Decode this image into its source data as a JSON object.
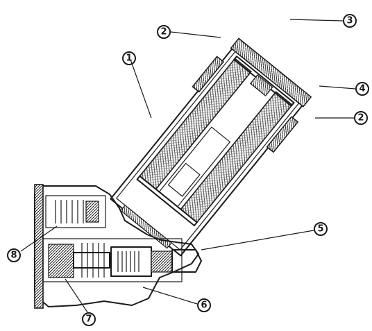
{
  "callouts": [
    {
      "id": "c1",
      "label": "1"
    },
    {
      "id": "c2a",
      "label": "2"
    },
    {
      "id": "c2b",
      "label": "2"
    },
    {
      "id": "c3",
      "label": "3"
    },
    {
      "id": "c4",
      "label": "4"
    },
    {
      "id": "c5",
      "label": "5"
    },
    {
      "id": "c6",
      "label": "6"
    },
    {
      "id": "c7",
      "label": "7"
    },
    {
      "id": "c8",
      "label": "8"
    }
  ]
}
